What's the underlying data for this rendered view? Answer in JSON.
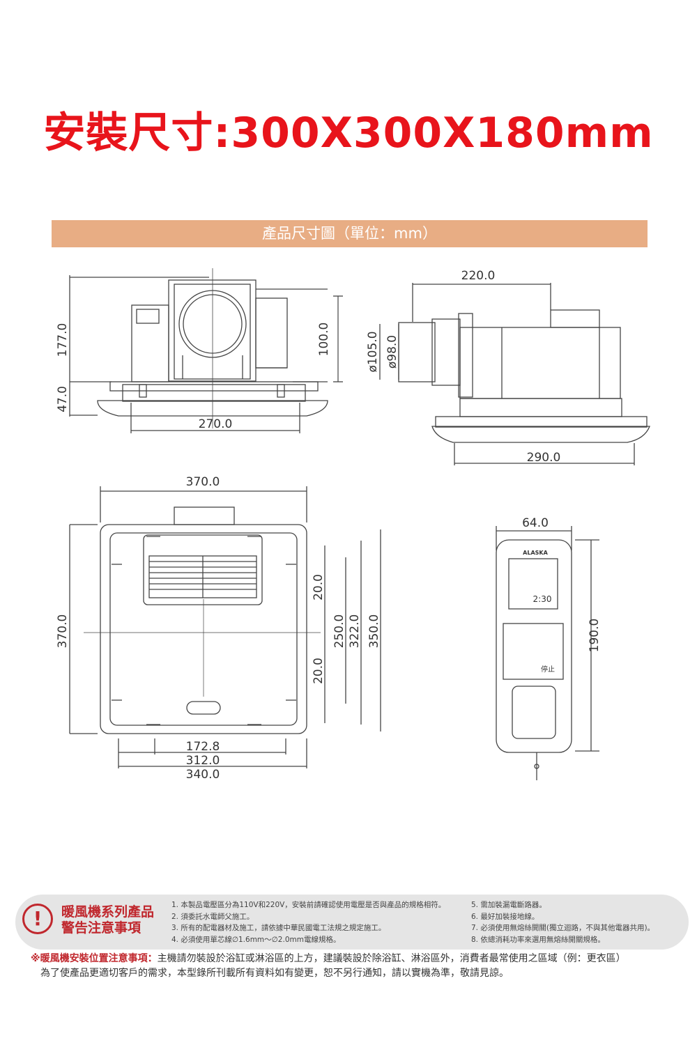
{
  "header": {
    "title": "安裝尺寸:300X300X180mm",
    "banner": "產品尺寸圖（單位：mm）"
  },
  "dimensions": {
    "front_height_total": "177.0",
    "front_panel_height": "47.0",
    "front_width": "270.0",
    "duct_height": "100.0",
    "duct_outer": "ø105.0",
    "duct_inner": "ø98.0",
    "side_depth_top": "220.0",
    "side_depth_bottom": "290.0",
    "top_width": "370.0",
    "top_height": "370.0",
    "grille_margin_top": "20.0",
    "grille_margin_bottom": "20.0",
    "inner_250": "250.0",
    "inner_322": "322.0",
    "inner_350": "350.0",
    "bottom_172": "172.8",
    "bottom_312": "312.0",
    "bottom_340": "340.0",
    "remote_width": "64.0",
    "remote_height": "190.0"
  },
  "remote": {
    "brand": "ALASKA",
    "time": "2:30",
    "stop": "停止"
  },
  "warning": {
    "title_line1": "暖風機系列產品",
    "title_line2": "警告注意事項",
    "left_items": [
      "1. 本製品電壓區分為110V和220V，安裝前請確認使用電壓是否與產品的規格相符。",
      "2. 須委託水電師父施工。",
      "3. 所有的配電器材及施工，請依據中華民國電工法規之規定施工。",
      "4. 必須使用單芯線∅1.6mm～∅2.0mm電線規格。"
    ],
    "right_items": [
      "5. 需加裝漏電斷路器。",
      "6. 最好加裝接地線。",
      "7. 必須使用無熔絲開關(獨立迴路，不與其他電器共用)。",
      "8. 依總消耗功率來選用無熔絲開關規格。"
    ]
  },
  "footer": {
    "label": "※暖風機安裝位置注意事項：",
    "line1": "主機請勿裝設於浴缸或淋浴區的上方，建議裝設於除浴缸、淋浴區外，消費者最常使用之區域（例：更衣區）",
    "line2": "為了使產品更適切客戶的需求，本型錄所刊載所有資料如有變更，恕不另行通知，請以實機為準，敬請見諒。"
  }
}
